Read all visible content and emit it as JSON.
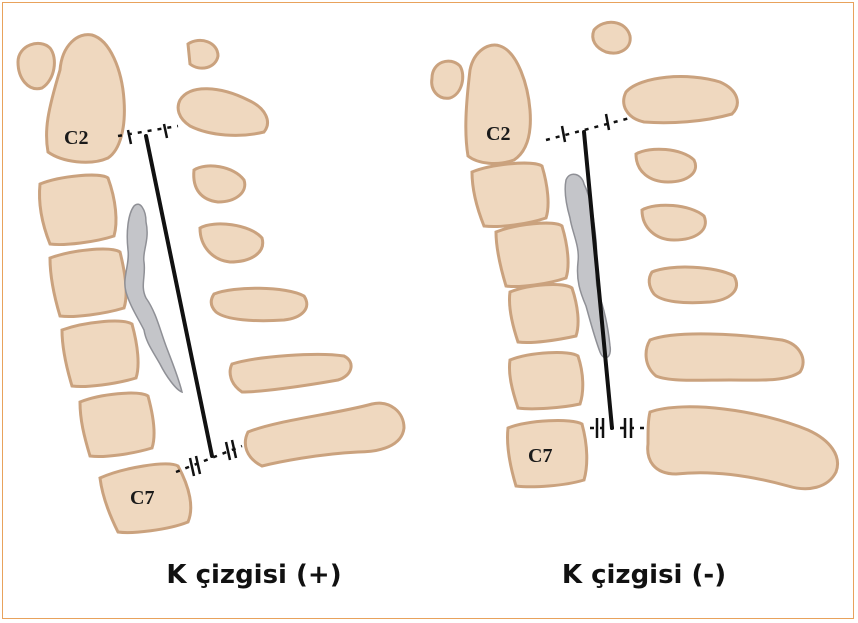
{
  "panels": [
    {
      "id": "left",
      "top_label": "C2",
      "bottom_label": "C7",
      "caption": "K çizgisi (+)"
    },
    {
      "id": "right",
      "top_label": "C2",
      "bottom_label": "C7",
      "caption": "K çizgisi (-)"
    }
  ],
  "colors": {
    "bone_fill": "#efd8bf",
    "bone_stroke": "#caa27e",
    "ossification_fill": "#c4c5c9",
    "line": "#111111",
    "frame": "#e8a25c"
  }
}
